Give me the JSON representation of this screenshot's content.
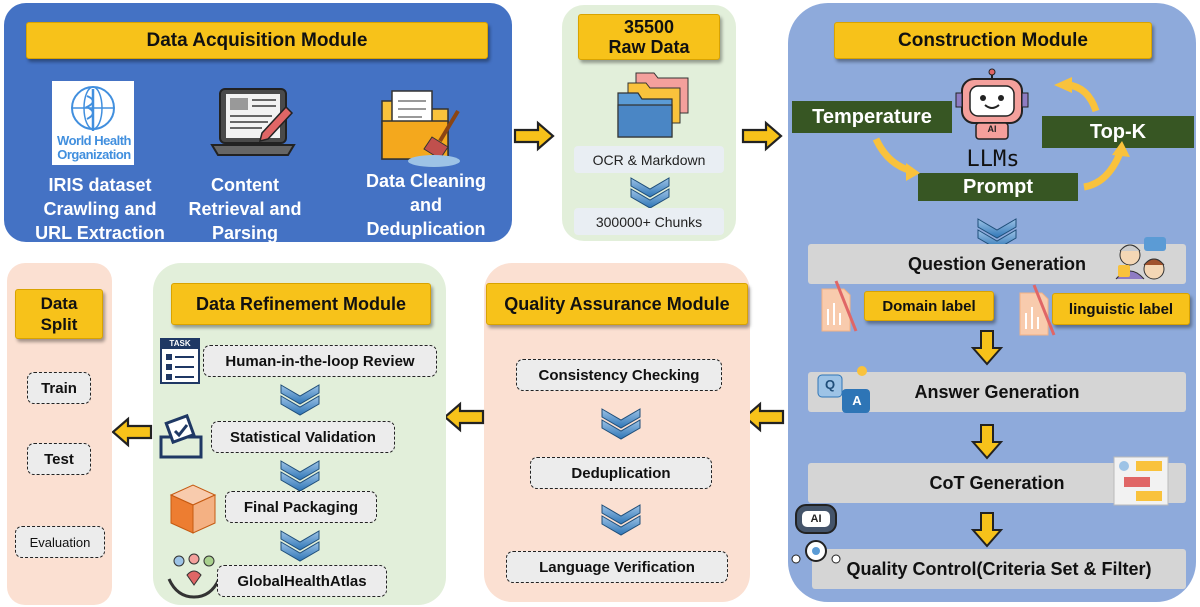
{
  "acquisition": {
    "title": "Data Acquisition Module",
    "who_logo_line1": "World Health",
    "who_logo_line2": "Organization",
    "item1": [
      "IRIS dataset",
      "Crawling and",
      "URL Extraction"
    ],
    "item2": [
      "Content",
      "Retrieval and",
      "Parsing"
    ],
    "item3": [
      "Data Cleaning",
      "and",
      "Deduplication"
    ]
  },
  "rawdata": {
    "count": "35500",
    "label": "Raw Data",
    "ocr": "OCR & Markdown",
    "chunks": "300000+ Chunks"
  },
  "construction": {
    "title": "Construction Module",
    "temperature": "Temperature",
    "topk": "Top-K",
    "llms": "LLMs",
    "prompt": "Prompt",
    "ai_badge": "AI",
    "question_gen": "Question Generation",
    "domain_label": "Domain label",
    "linguistic_label": "linguistic label",
    "answer_gen": "Answer Generation",
    "cot_gen": "CoT Generation",
    "quality_control": "Quality Control(Criteria Set & Filter)",
    "q_letter": "Q",
    "a_letter": "A",
    "robot_ai": "AI"
  },
  "quality": {
    "title": "Quality Assurance Module",
    "step1": "Consistency Checking",
    "step2": "Deduplication",
    "step3": "Language Verification"
  },
  "refinement": {
    "title": "Data Refinement Module",
    "task_badge": "TASK",
    "step1": "Human-in-the-loop Review",
    "step2": "Statistical Validation",
    "step3": "Final Packaging",
    "step4": "GlobalHealthAtlas"
  },
  "split": {
    "title_line1": "Data",
    "title_line2": "Split",
    "train": "Train",
    "test": "Test",
    "evaluation": "Evaluation"
  },
  "colors": {
    "acquisition_bg": "#4472c4",
    "rawdata_bg": "#e2efda",
    "construction_bg": "#8eaadb",
    "quality_bg": "#fbe0d2",
    "refinement_bg": "#e2efda",
    "split_bg": "#fbe0d2",
    "gold": "#f7c21a",
    "green": "#375623",
    "chevron": "#2e75b6"
  }
}
